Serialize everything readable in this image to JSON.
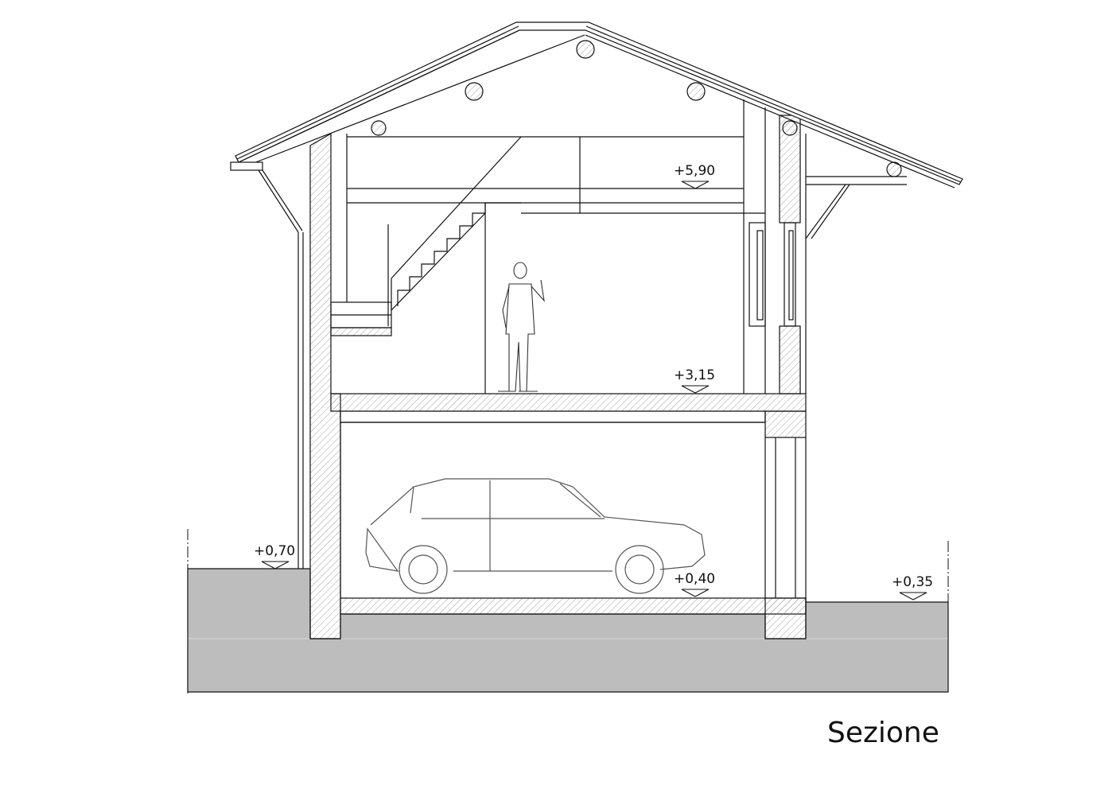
{
  "title": "Sezione",
  "levels": {
    "ridge_floor": "+5,90",
    "upper_floor": "+3,15",
    "ground_left": "+0,70",
    "garage_floor": "+0,40",
    "ground_right": "+0,35"
  },
  "colors": {
    "line": "#111111",
    "ground_fill": "#bdbdbd",
    "hatch": "#777777"
  }
}
